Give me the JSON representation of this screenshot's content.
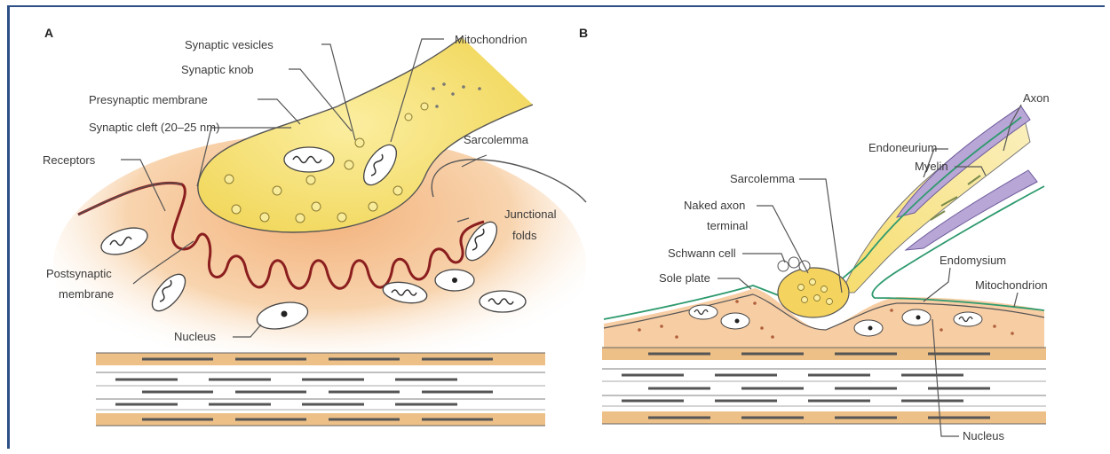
{
  "panel_a": {
    "letter": "A",
    "labels": {
      "synaptic_vesicles": "Synaptic vesicles",
      "mitochondrion": "Mitochondrion",
      "synaptic_knob": "Synaptic knob",
      "presynaptic_membrane": "Presynaptic membrane",
      "synaptic_cleft": "Synaptic cleft (20–25 nm)",
      "receptors": "Receptors",
      "sarcolemma": "Sarcolemma",
      "junctional_folds_1": "Junctional",
      "junctional_folds_2": "folds",
      "postsynaptic_membrane_1": "Postsynaptic",
      "postsynaptic_membrane_2": "membrane",
      "nucleus": "Nucleus"
    }
  },
  "panel_b": {
    "letter": "B",
    "labels": {
      "axon": "Axon",
      "endoneurium": "Endoneurium",
      "myelin": "Myelin",
      "sarcolemma": "Sarcolemma",
      "naked_axon_terminal_1": "Naked axon",
      "naked_axon_terminal_2": "terminal",
      "schwann_cell": "Schwann cell",
      "sole_plate": "Sole plate",
      "endomysium": "Endomysium",
      "mitochondrion": "Mitochondrion",
      "nucleus": "Nucleus"
    }
  },
  "colors": {
    "frame": "#2c4f86",
    "terminal_fill": "#f5e27a",
    "sarcoplasm": "#f6c89a",
    "muscle_band": "#edc088",
    "fold_membrane": "#8b1e1e",
    "myelin": "#b8a6d6",
    "endoneurium": "#2e9a6e"
  }
}
